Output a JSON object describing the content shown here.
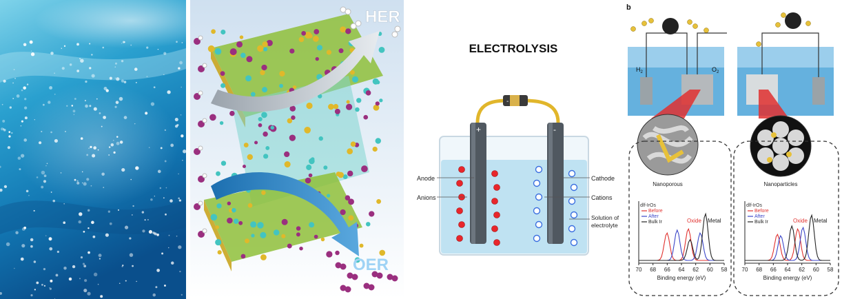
{
  "panel2": {
    "her_label": "HER",
    "oer_label": "OER"
  },
  "panel3": {
    "title": "ELECTROLYSIS",
    "anode_sign": "+",
    "cathode_sign": "-",
    "battery_sign": "-",
    "labels": {
      "anode": "Anode",
      "anions": "Anions",
      "cathode": "Cathode",
      "cations": "Cations",
      "solution_line1": "Solution of",
      "solution_line2": "electrolyte"
    },
    "colors": {
      "anion": "#e8262b",
      "cation": "#3a6fe0",
      "electrolyte": "#bfe2f2"
    }
  },
  "panel4": {
    "panel_letter": "b",
    "h2_label": "H",
    "h2_sub": "2",
    "o2_label": "O",
    "o2_sub": "2",
    "left_title": "Nanoporous",
    "right_title": "Nanoparticles",
    "legend_title": "dlf-IrOs",
    "legend_items": [
      "Before",
      "After",
      "Bulk Ir"
    ],
    "legend_colors": [
      "#e0312e",
      "#3b46c8",
      "#222222"
    ],
    "oxide_label": "Oxide",
    "metal_label": "Metal",
    "x_ticks": [
      "70",
      "68",
      "66",
      "64",
      "62",
      "60",
      "58"
    ],
    "xlabel": "Binding energy (eV)"
  }
}
